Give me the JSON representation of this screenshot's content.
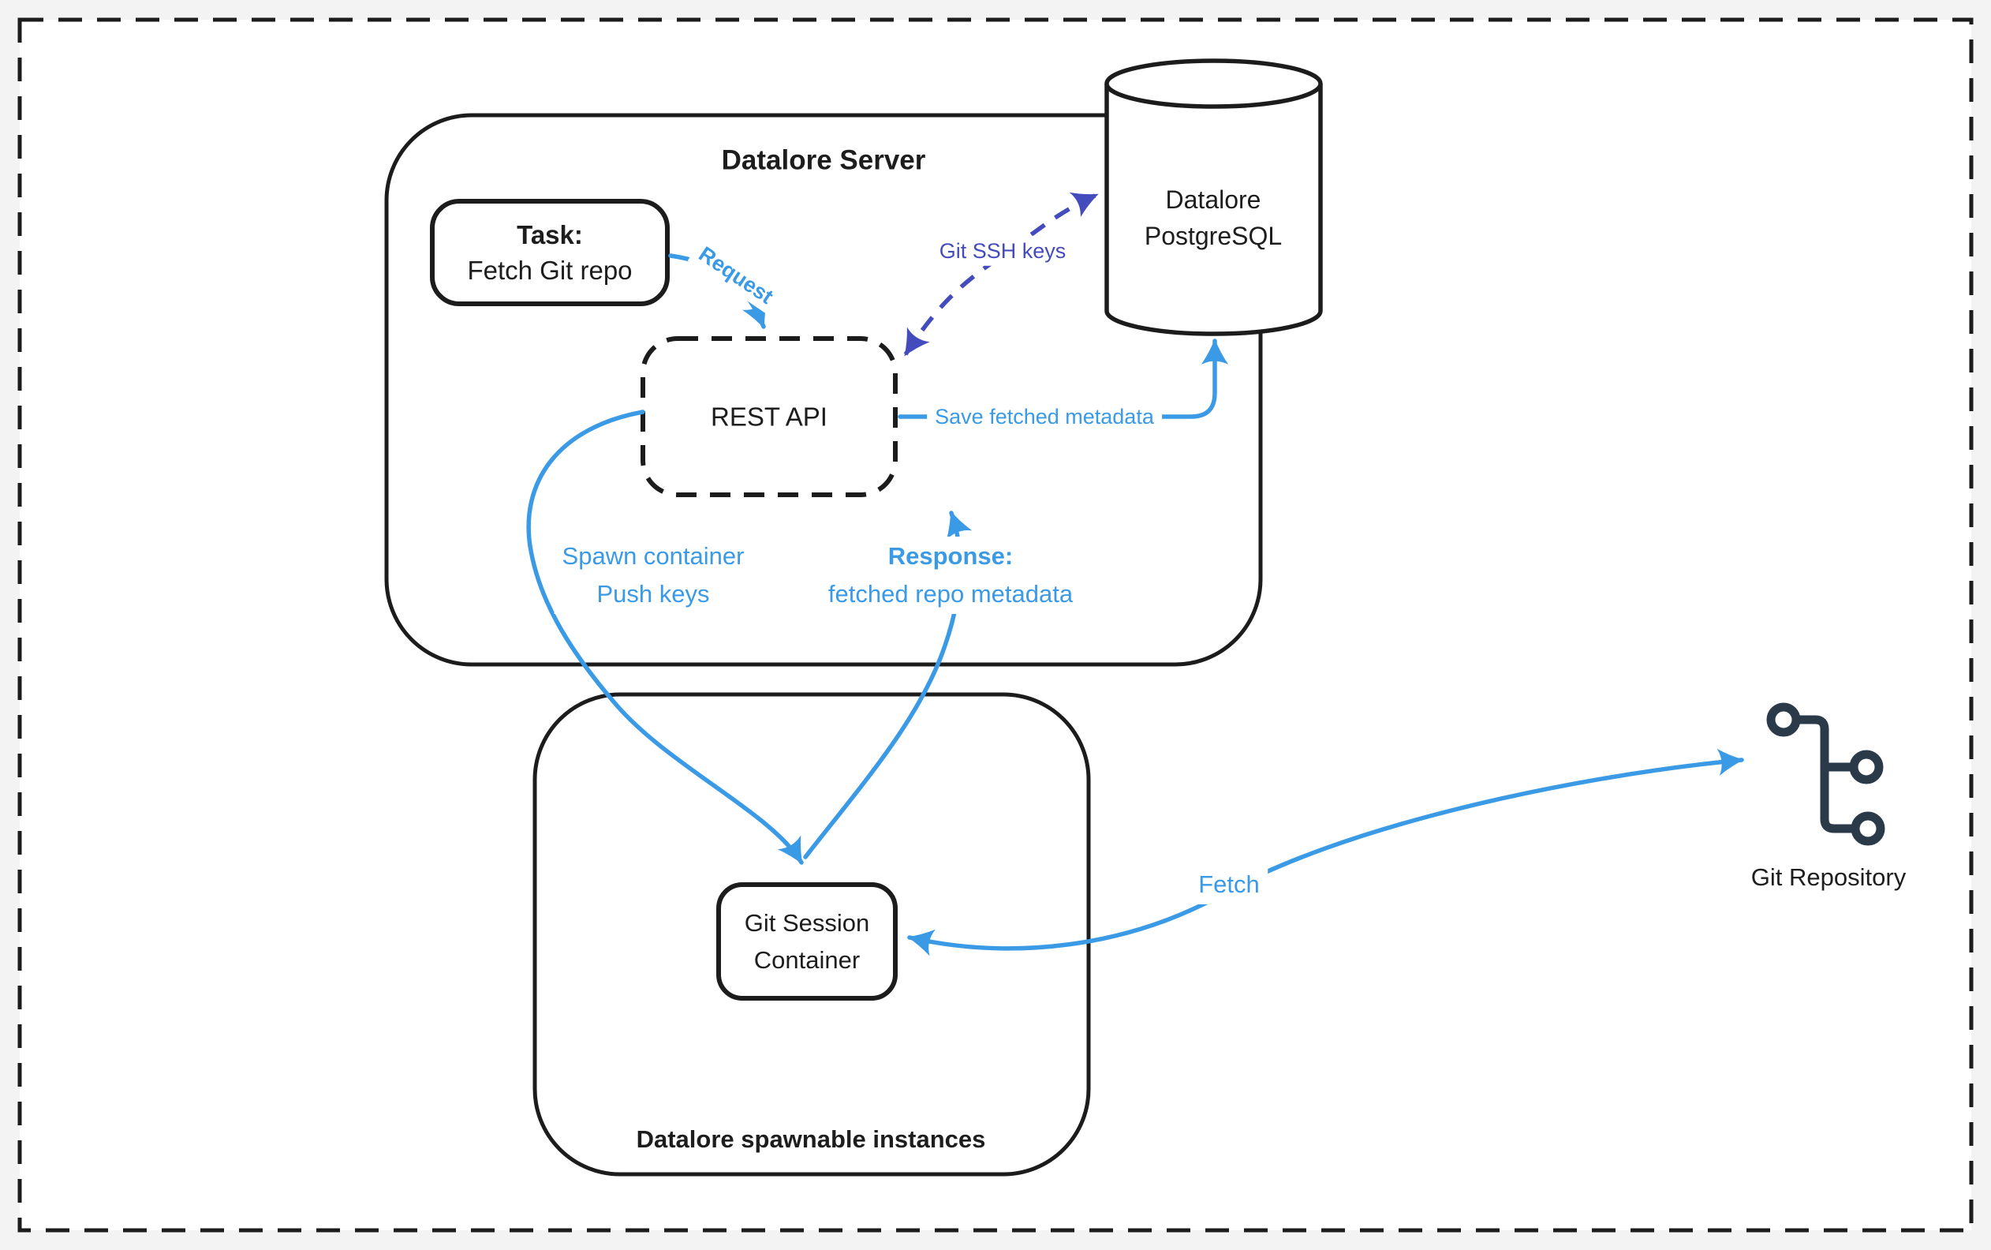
{
  "colors": {
    "accent_blue": "#3a9ae6",
    "accent_indigo": "#444cbd",
    "stroke_black": "#1c1c1c",
    "icon_navy": "#2b3a48",
    "canvas_bg": "#ffffff",
    "page_bg": "#f3f3f3"
  },
  "server": {
    "title": "Datalore Server"
  },
  "task": {
    "title": "Task:",
    "subtitle": "Fetch Git repo"
  },
  "rest_api": {
    "label": "REST API"
  },
  "postgres": {
    "line1": "Datalore",
    "line2": "PostgreSQL"
  },
  "spawnable": {
    "title": "Datalore spawnable instances"
  },
  "session": {
    "line1": "Git Session",
    "line2": "Container"
  },
  "git_repository": {
    "label": "Git Repository"
  },
  "edges": {
    "request": {
      "label": "Request"
    },
    "ssh": {
      "label": "Git SSH keys"
    },
    "save": {
      "label": "Save fetched metadata"
    },
    "spawn": {
      "line1": "Spawn container",
      "line2": "Push keys"
    },
    "response": {
      "title": "Response:",
      "subtitle": "fetched repo metadata"
    },
    "fetch": {
      "label": "Fetch"
    }
  }
}
